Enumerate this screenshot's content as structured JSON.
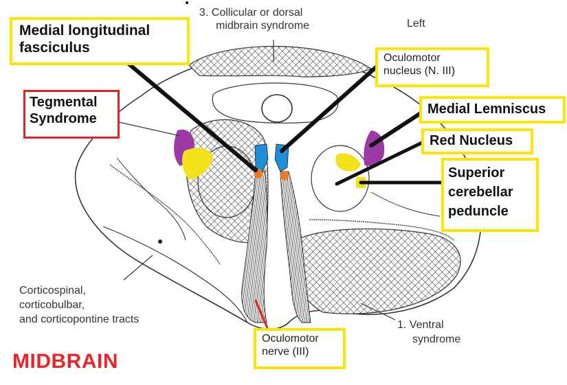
{
  "title": "MIDBRAIN",
  "orientation_label": "Left",
  "labels": {
    "mlf": [
      "Medial longitudinal",
      "fasciculus"
    ],
    "tegmental": [
      "Tegmental",
      "Syndrome"
    ],
    "oculomotor_nucleus": [
      "Oculomotor",
      "nucleus (N. III)"
    ],
    "medial_lemniscus": [
      "Medial Lemniscus"
    ],
    "red_nucleus": [
      "Red Nucleus"
    ],
    "scp": [
      "Superior",
      "cerebellar",
      "peduncle"
    ],
    "oculomotor_nerve": [
      "Oculomotor",
      "nerve (III)"
    ]
  },
  "annotations": {
    "collicular": [
      "3. Collicular or dorsal",
      "midbrain syndrome"
    ],
    "tracts": [
      "Corticospinal,",
      "corticobulbar,",
      "and corticopontine tracts"
    ],
    "ventral": [
      "1. Ventral",
      "syndrome"
    ]
  },
  "colors": {
    "label_box_yellow": "#ffe600",
    "label_box_red": "#e32222",
    "title_red": "#e8262a",
    "pointer_black": "#111111",
    "nerve_red": "#e32222",
    "lemniscus_purple": "#9b3aa6",
    "red_nucleus_yellow": "#f2e21a",
    "oculomotor_blue": "#1e8fd6",
    "edinger_orange": "#f07a1e",
    "scp_green": "#1fa84a"
  }
}
